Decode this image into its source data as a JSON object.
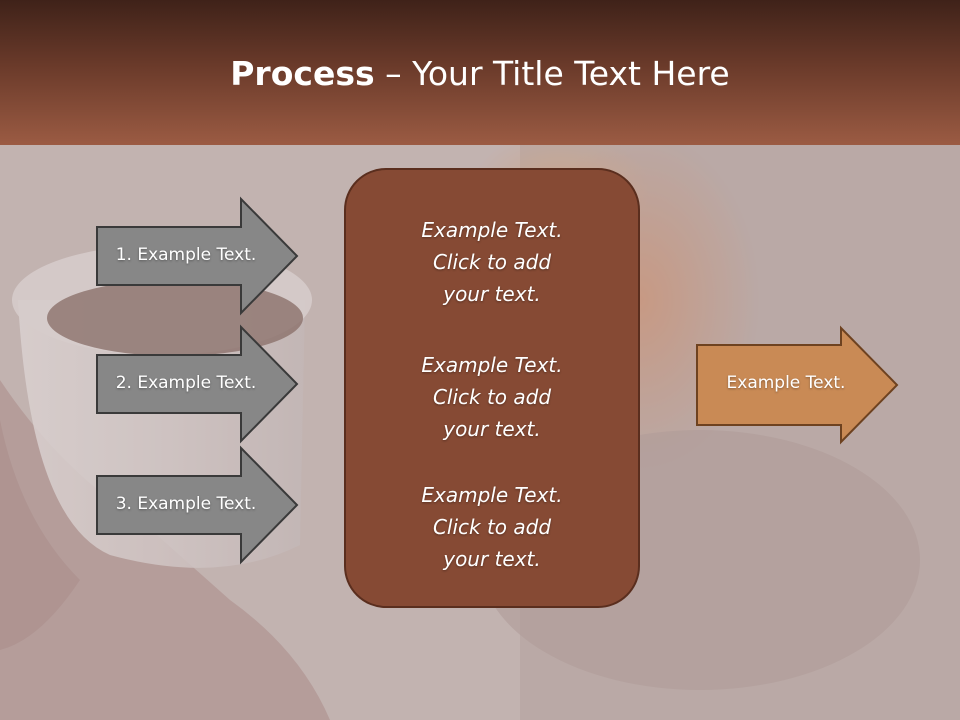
{
  "colors": {
    "title_bar_top": "#3f2219",
    "title_bar_bottom": "#9b5b43",
    "grey_arrow_fill": "#878787",
    "grey_arrow_stroke": "#3a3a3a",
    "center_box_fill": "#864a34",
    "center_box_stroke": "#5a2e1e",
    "orange_arrow_fill": "#c98a55",
    "orange_arrow_stroke": "#6e4220"
  },
  "title": {
    "bold": "Process",
    "rest": " – Your Title Text Here"
  },
  "left_arrows": [
    {
      "label": "1. Example Text."
    },
    {
      "label": "2. Example Text."
    },
    {
      "label": "3. Example Text."
    }
  ],
  "center_blocks": [
    {
      "line1": "Example Text.",
      "line2": "Click  to add",
      "line3": "your text."
    },
    {
      "line1": "Example Text.",
      "line2": "Click  to add",
      "line3": "your text."
    },
    {
      "line1": "Example Text.",
      "line2": "Click  to add",
      "line3": "your text."
    }
  ],
  "right_arrow": {
    "label": "Example Text."
  }
}
